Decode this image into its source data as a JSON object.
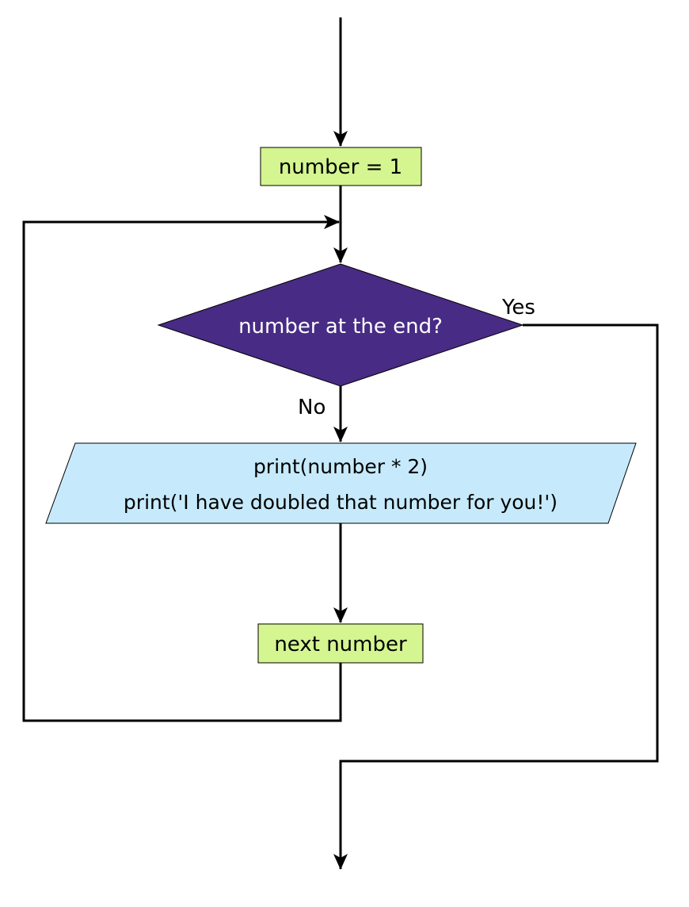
{
  "flowchart": {
    "init": {
      "label": "number = 1"
    },
    "decision": {
      "label": "number at the end?"
    },
    "output": {
      "line1": "print(number * 2)",
      "line2": "print('I have doubled that number for you!')"
    },
    "next": {
      "label": "next number"
    },
    "labels": {
      "yes": "Yes",
      "no": "No"
    }
  },
  "colors": {
    "process_fill": "#d4f590",
    "decision_fill": "#482b85",
    "io_fill": "#c6eafb",
    "stroke": "#000000"
  }
}
